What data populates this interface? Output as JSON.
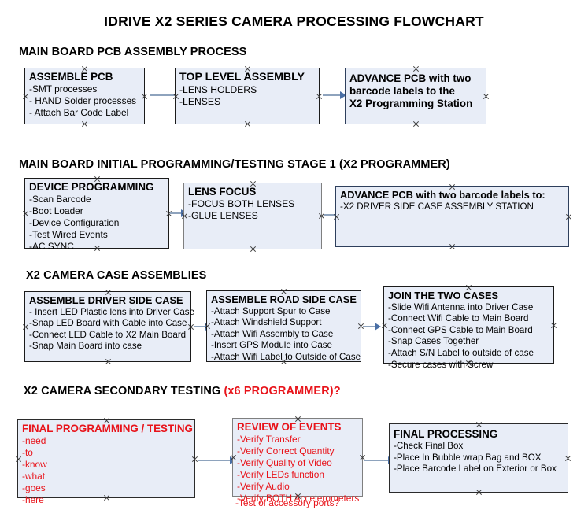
{
  "document": {
    "title": "IDRIVE X2  SERIES CAMERA PROCESSING FLOWCHART",
    "accent_red": "#e8131a",
    "box_fill": "#e8edf7",
    "arrow_color": "#8ea3bd",
    "arrowhead_color": "#4a6fa5"
  },
  "sections": [
    {
      "title": "MAIN BOARD PCB ASSEMBLY PROCESS",
      "title_accent": "",
      "boxes": [
        {
          "heading": "ASSEMBLE PCB",
          "lines": [
            "-SMT processes",
            "- HAND Solder processes",
            "- Attach Bar Code Label"
          ]
        },
        {
          "heading": "TOP LEVEL ASSEMBLY",
          "lines": [
            "-LENS HOLDERS",
            "-LENSES"
          ]
        },
        {
          "heading": "ADVANCE PCB with two",
          "lines": [
            "barcode labels to the",
            " X2 Programming Station"
          ]
        }
      ]
    },
    {
      "title": "MAIN BOARD INITIAL PROGRAMMING/TESTING STAGE 1 (X2 PROGRAMMER)",
      "title_accent": "",
      "boxes": [
        {
          "heading": "DEVICE PROGRAMMING",
          "lines": [
            "-Scan Barcode",
            "-Boot Loader",
            "-Device Configuration",
            "-Test Wired Events",
            "-AC SYNC"
          ]
        },
        {
          "heading": "LENS FOCUS",
          "lines": [
            "-FOCUS BOTH LENSES",
            "-GLUE LENSES"
          ]
        },
        {
          "heading": "ADVANCE PCB with two barcode labels to:",
          "lines": [
            "-X2 DRIVER  SIDE  CASE  ASSEMBLY STATION"
          ]
        }
      ]
    },
    {
      "title": "X2 CAMERA CASE ASSEMBLIES",
      "title_accent": "",
      "boxes": [
        {
          "heading": "ASSEMBLE DRIVER SIDE CASE",
          "lines": [
            "- Insert LED Plastic lens into Driver Case",
            "-Snap LED Board with Cable into Case",
            "-Connect LED Cable to X2 Main Board",
            "-Snap Main Board into case"
          ]
        },
        {
          "heading": "ASSEMBLE ROAD SIDE CASE",
          "lines": [
            "-Attach Support Spur to Case",
            "-Attach Windshield Support",
            "-Attach Wifi Assembly to Case",
            "-Insert GPS Module into Case",
            "-Attach Wifi Label to Outside of Case"
          ]
        },
        {
          "heading": "JOIN THE TWO CASES",
          "lines": [
            "-Slide Wifi Antenna into Driver Case",
            "-Connect Wifi Cable to Main Board",
            "-Connect GPS Cable to Main Board",
            "-Snap Cases Together",
            "-Attach S/N Label to outside of case",
            "-Secure cases with Screw"
          ]
        }
      ]
    },
    {
      "title": "X2 CAMERA SECONDARY TESTING ",
      "title_accent": "(x6 PROGRAMMER)?",
      "boxes": [
        {
          "heading": "FINAL PROGRAMMING / TESTING",
          "lines": [
            "-need",
            "-to",
            "-know",
            "-what",
            "-goes",
            "-here"
          ]
        },
        {
          "heading": "REVIEW OF EVENTS",
          "lines": [
            "-Verify Transfer",
            "-Verify Correct Quantity",
            "-Verify Quality of Video",
            "-Verify LEDs function",
            "-Verify Audio",
            "-Verify BOTH Accelerometers"
          ],
          "overflow_line": "-Test of accessory ports?"
        },
        {
          "heading": "FINAL PROCESSING",
          "lines": [
            " -Check Final Box",
            "-Place In Bubble wrap Bag and BOX",
            "-Place Barcode Label on Exterior or Box"
          ]
        }
      ]
    }
  ]
}
